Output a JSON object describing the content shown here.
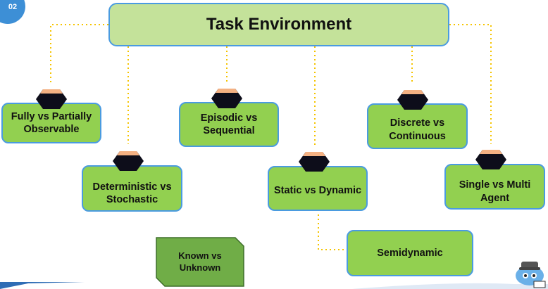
{
  "slide": {
    "badge": "02",
    "title": "Task Environment"
  },
  "nodes": [
    {
      "id": "fully",
      "label": "Fully vs Partially\nObservable"
    },
    {
      "id": "episodic",
      "label": "Episodic vs\nSequential"
    },
    {
      "id": "discrete",
      "label": "Discrete vs\nContinuous"
    },
    {
      "id": "deterministic",
      "label": "Deterministic vs\nStochastic"
    },
    {
      "id": "static",
      "label": "Static vs Dynamic"
    },
    {
      "id": "single",
      "label": "Single vs Multi\nAgent"
    },
    {
      "id": "semidynamic",
      "label": "Semidynamic"
    },
    {
      "id": "known",
      "label": "Known vs\nUnknown"
    }
  ],
  "colors": {
    "box_fill": "#92d050",
    "title_fill": "#c4e29a",
    "border": "#4a9be0",
    "connector": "#f5c400",
    "hex_fill": "#0d0d1a",
    "hex_cap": "#f4b183",
    "known_fill": "#70ad47",
    "badge": "#3d8fd6"
  },
  "icons": {
    "node_marker": "hexagon-icon",
    "logo": "robot-mascot-icon"
  }
}
